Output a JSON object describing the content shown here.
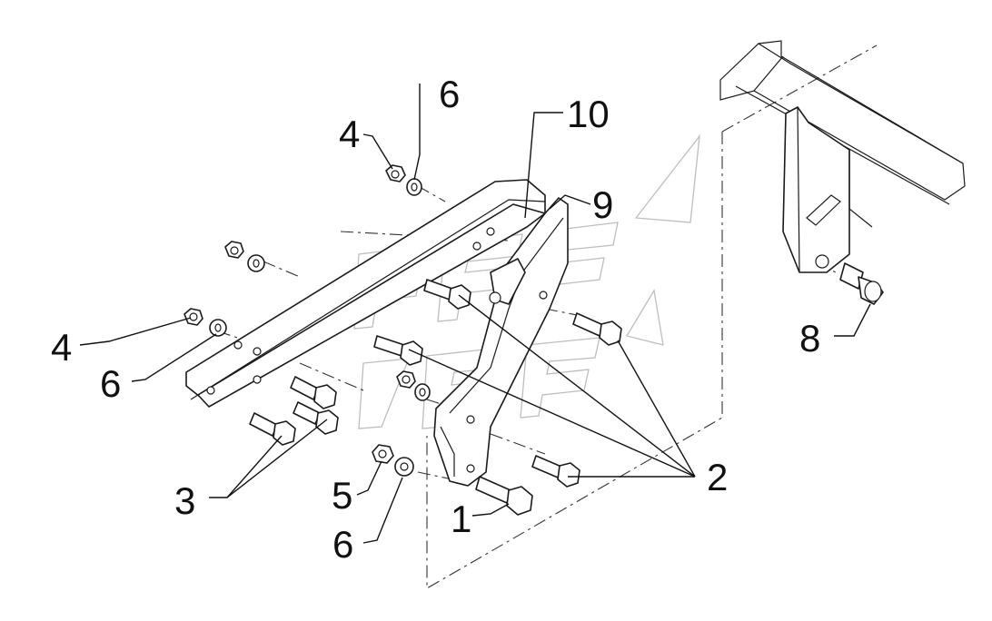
{
  "callouts": {
    "c1": "1",
    "c2": "2",
    "c3": "3",
    "c4_top": "4",
    "c4_left": "4",
    "c5": "5",
    "c6_top": "6",
    "c6_left": "6",
    "c6_bottom": "6",
    "c8": "8",
    "c9": "9",
    "c10": "10"
  }
}
